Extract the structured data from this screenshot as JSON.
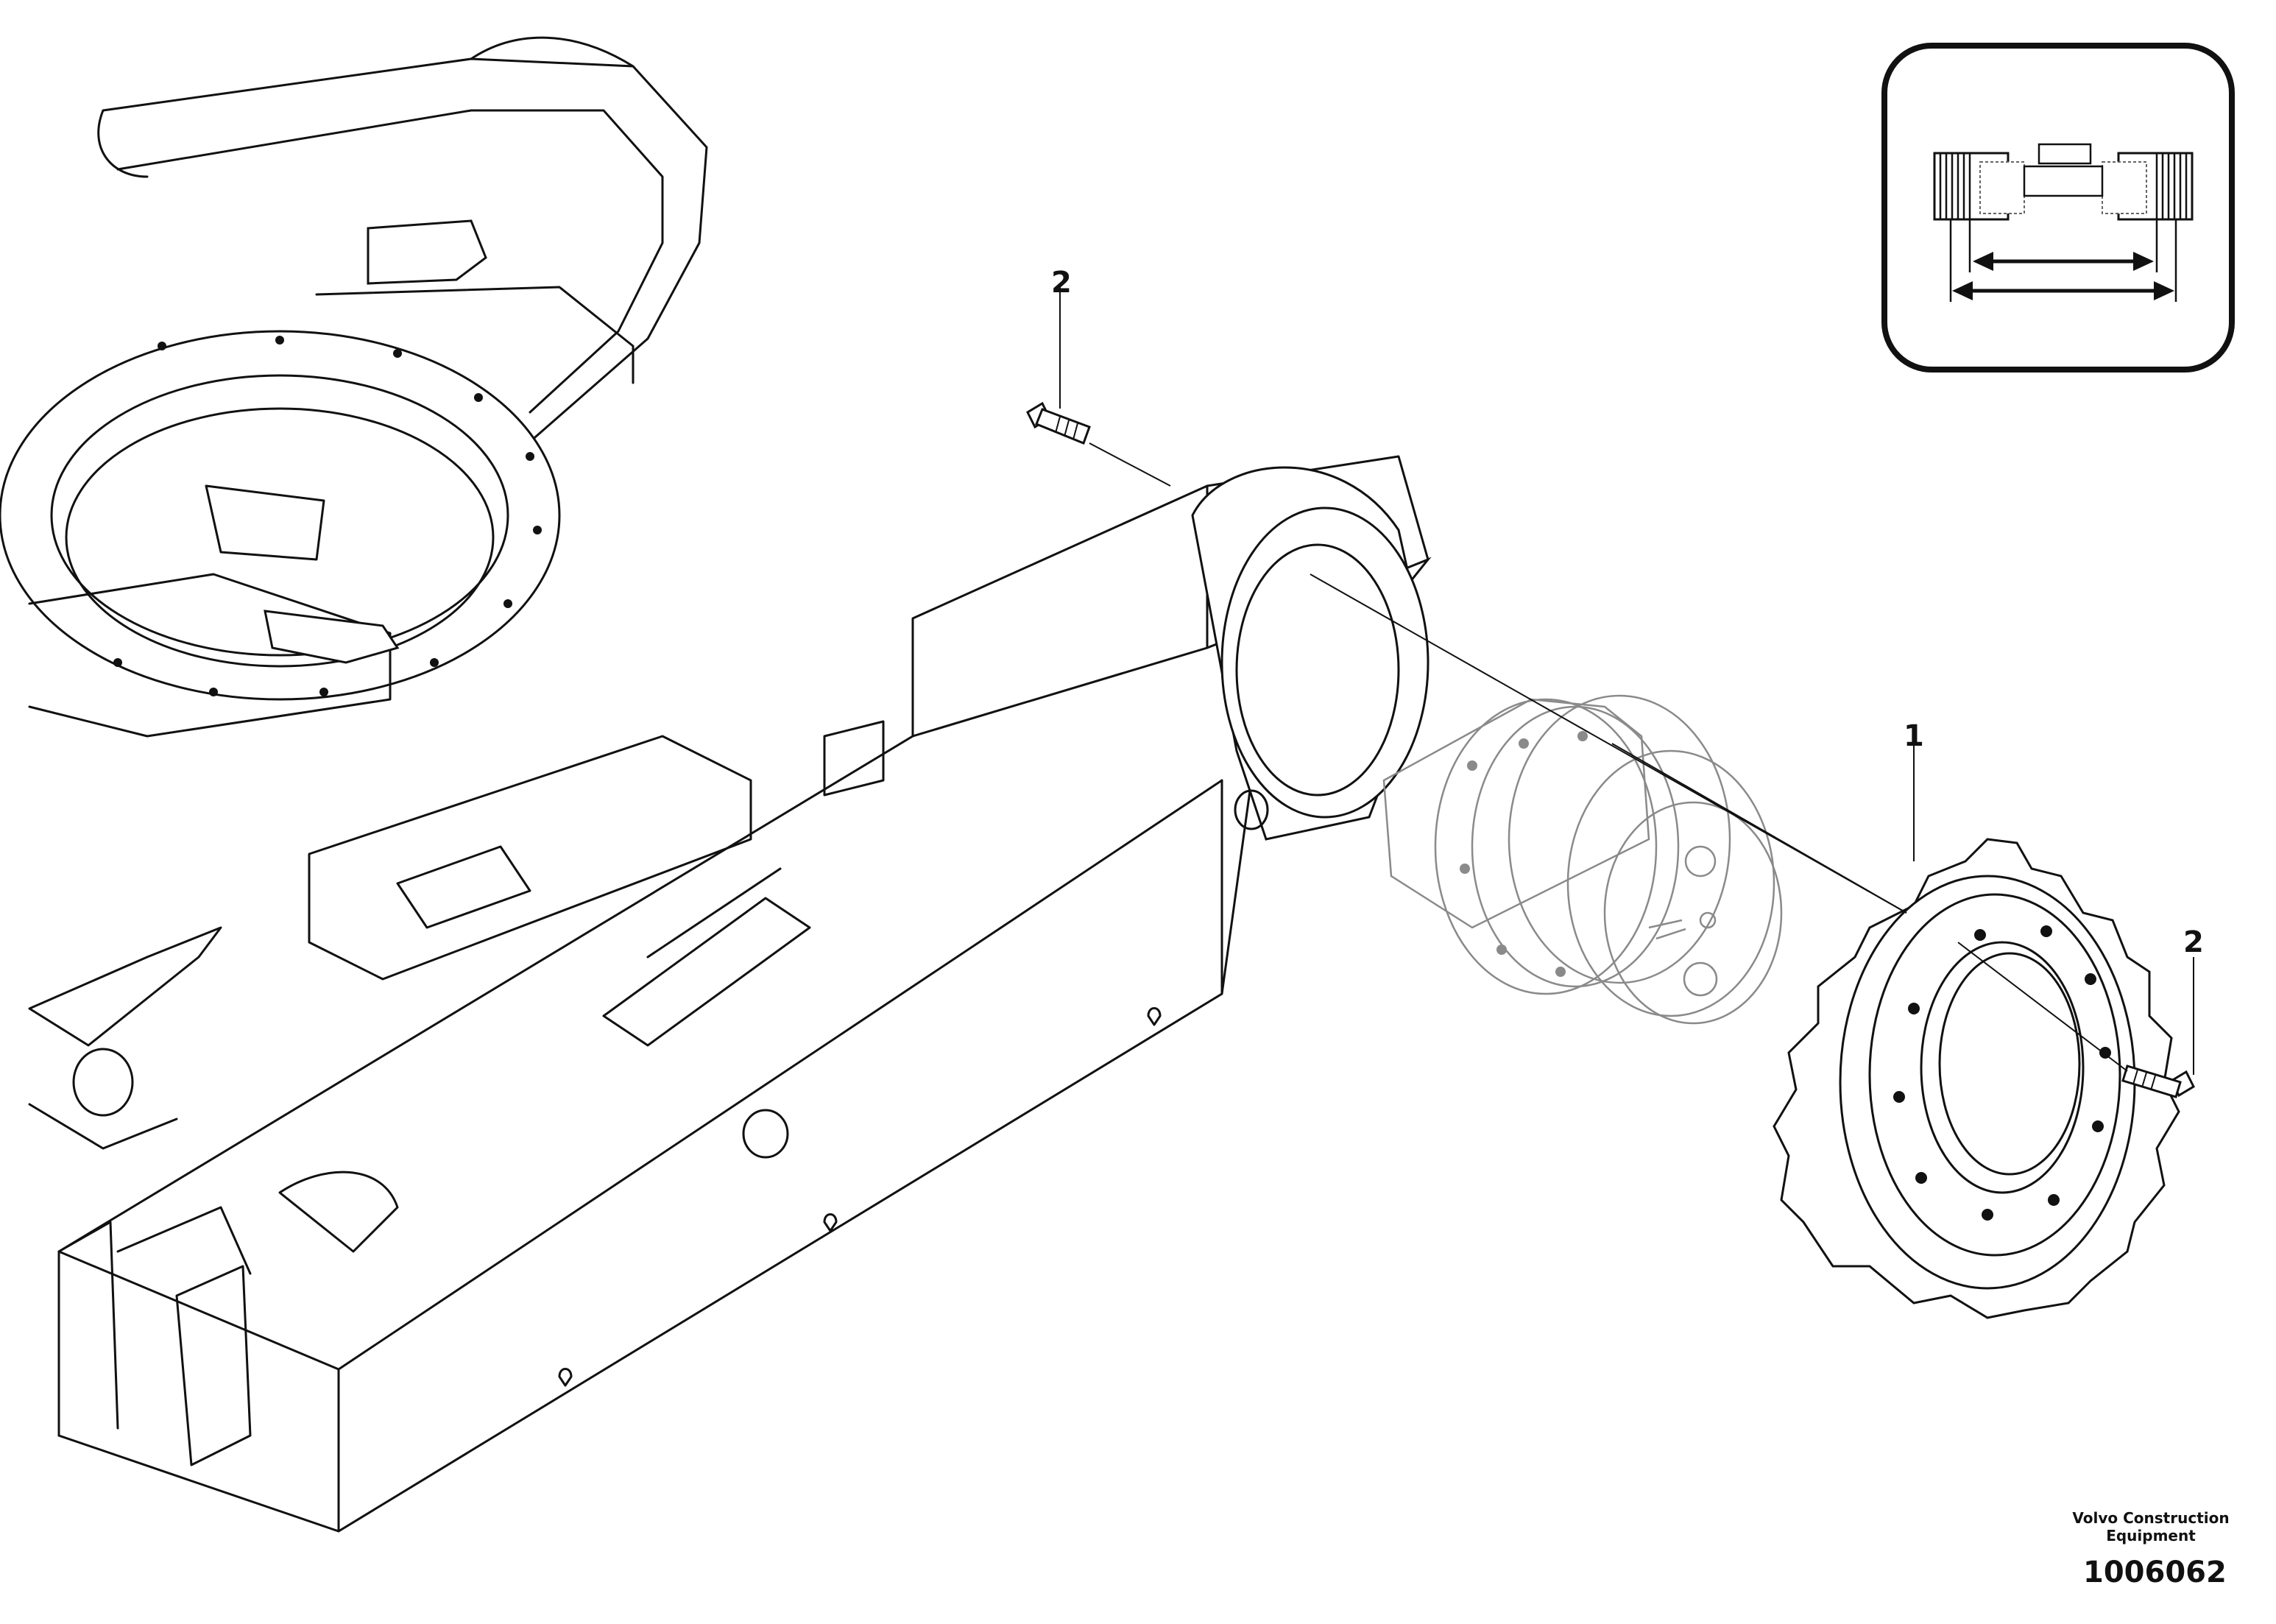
{
  "callouts": [
    {
      "id": "bolt-top",
      "label": "2"
    },
    {
      "id": "sprocket",
      "label": "1"
    },
    {
      "id": "bolt-right",
      "label": "2"
    }
  ],
  "footer": {
    "manufacturer_line1": "Volvo Construction",
    "manufacturer_line2": "Equipment",
    "document_number": "1006062"
  },
  "icons": [
    "track-width-icon"
  ]
}
